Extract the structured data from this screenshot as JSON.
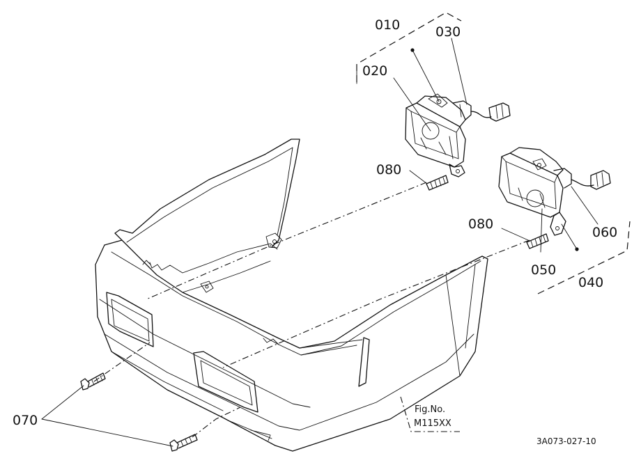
{
  "diagram": {
    "part_labels": {
      "p010": "010",
      "p020": "020",
      "p030": "030",
      "p040": "040",
      "p050": "050",
      "p060": "060",
      "p070": "070",
      "p080_upper": "080",
      "p080_lower": "080"
    },
    "figure": {
      "caption": "Fig.No.",
      "number": "M115XX"
    },
    "reference_code": "3A073-027-10"
  }
}
